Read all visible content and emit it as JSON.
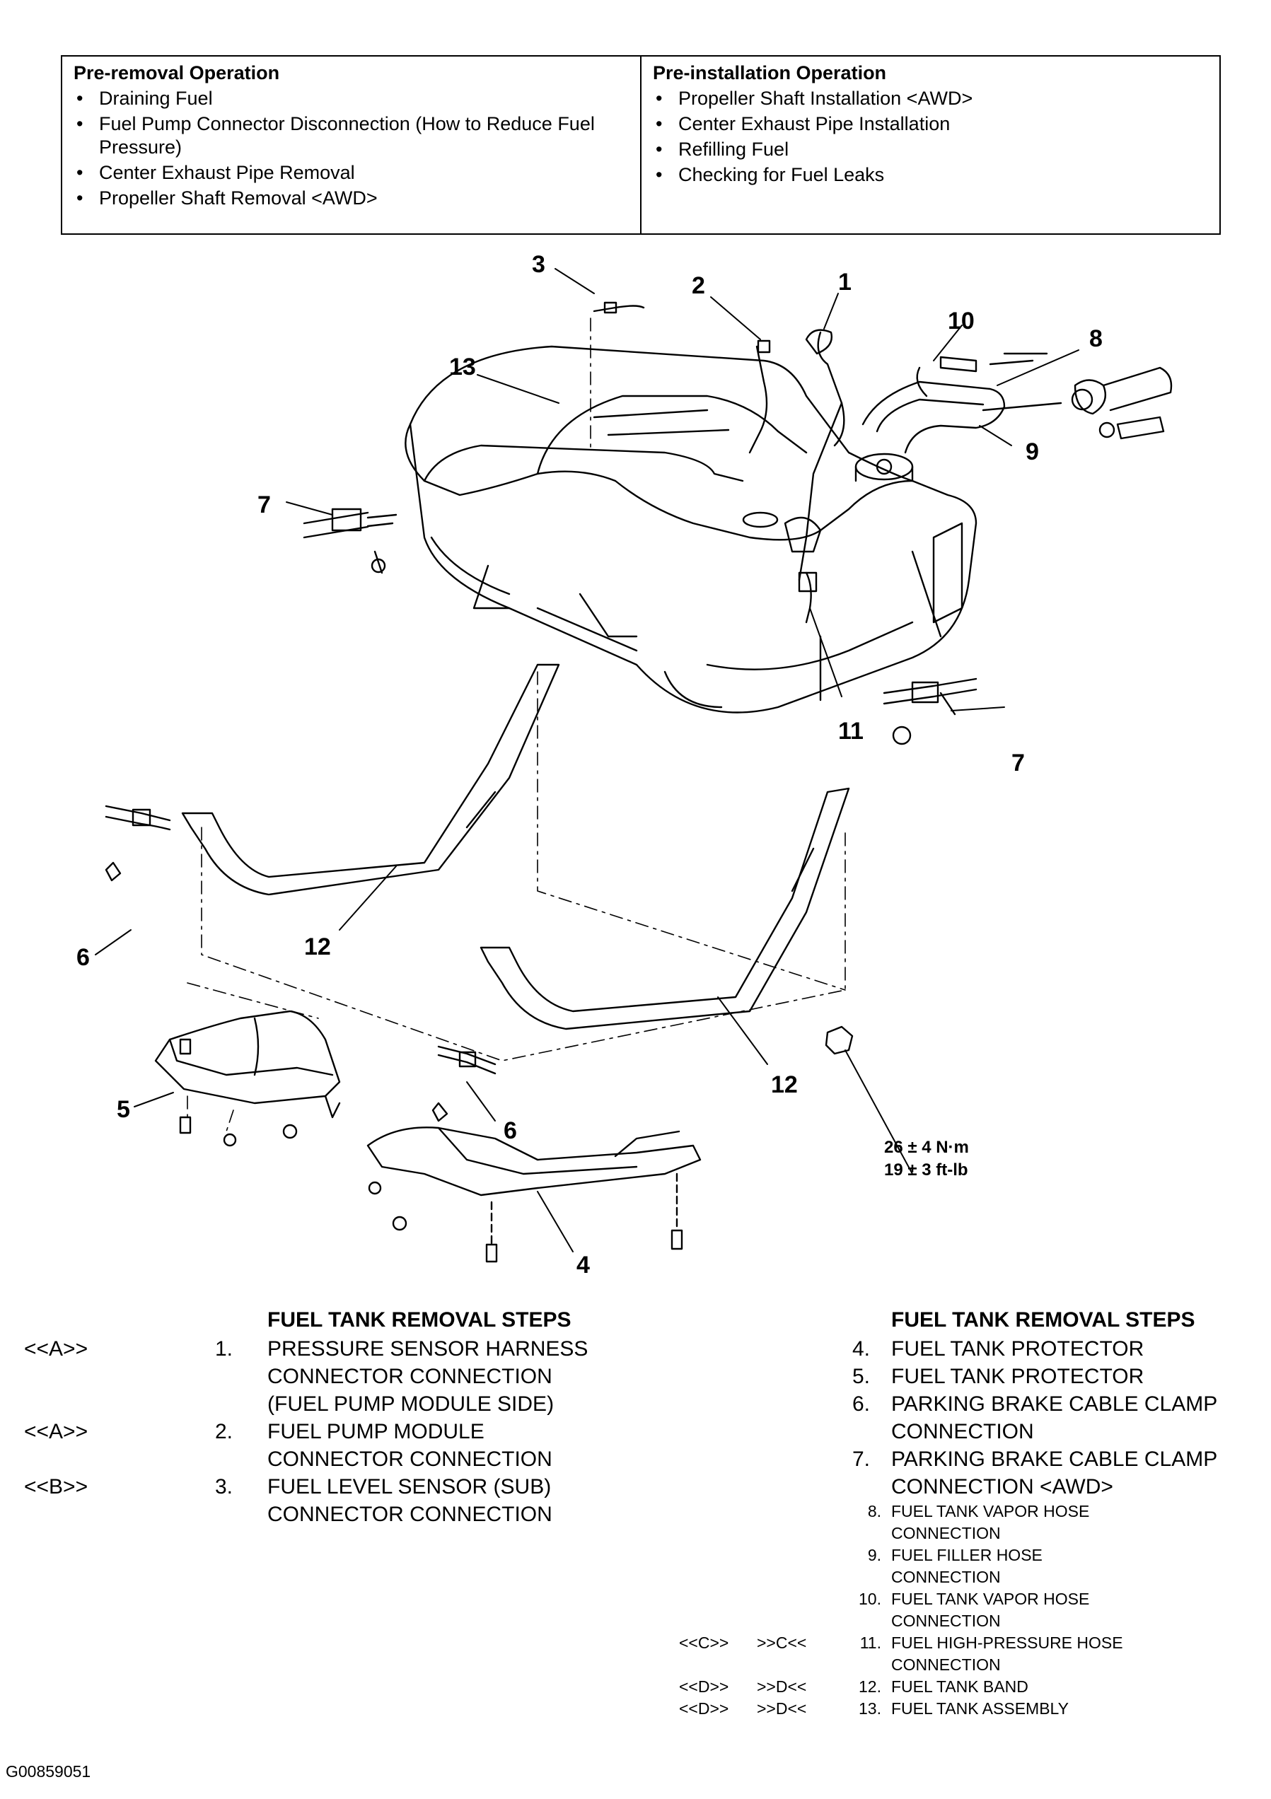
{
  "pre_removal": {
    "heading": "Pre-removal Operation",
    "items": [
      "Draining Fuel",
      "Fuel Pump Connector Disconnection (How to Reduce Fuel Pressure)",
      "Center Exhaust Pipe Removal",
      "Propeller Shaft Removal <AWD>"
    ]
  },
  "pre_installation": {
    "heading": "Pre-installation Operation",
    "items": [
      "Propeller Shaft Installation <AWD>",
      "Center Exhaust Pipe Installation",
      "Refilling Fuel",
      "Checking for Fuel Leaks"
    ]
  },
  "diagram": {
    "callouts": [
      "1",
      "2",
      "3",
      "4",
      "5",
      "6",
      "6",
      "7",
      "7",
      "8",
      "9",
      "10",
      "11",
      "12",
      "12",
      "13"
    ],
    "torque_line1": "26 ± 4 N·m",
    "torque_line2": "19 ± 3 ft-lb"
  },
  "steps_left": {
    "title": "FUEL TANK REMOVAL STEPS",
    "rows": [
      {
        "tag": "<<A>>",
        "num": "1.",
        "text": "PRESSURE SENSOR HARNESS\nCONNECTOR CONNECTION\n(FUEL PUMP MODULE SIDE)"
      },
      {
        "tag": "<<A>>",
        "num": "2.",
        "text": "FUEL PUMP MODULE\nCONNECTOR CONNECTION"
      },
      {
        "tag": "<<B>>",
        "num": "3.",
        "text": "FUEL LEVEL SENSOR (SUB)\nCONNECTOR CONNECTION"
      }
    ]
  },
  "steps_right": {
    "title": "FUEL TANK REMOVAL STEPS",
    "rows": [
      {
        "num": "4.",
        "text": "FUEL TANK PROTECTOR"
      },
      {
        "num": "5.",
        "text": "FUEL TANK PROTECTOR"
      },
      {
        "num": "6.",
        "text": "PARKING BRAKE CABLE CLAMP\nCONNECTION"
      },
      {
        "num": "7.",
        "text": "PARKING BRAKE CABLE CLAMP\nCONNECTION <AWD>"
      }
    ],
    "small_rows": [
      {
        "tagA": "",
        "tagB": "",
        "num": "8.",
        "text": "FUEL TANK VAPOR HOSE\nCONNECTION"
      },
      {
        "tagA": "",
        "tagB": "",
        "num": "9.",
        "text": "FUEL FILLER HOSE\nCONNECTION"
      },
      {
        "tagA": "",
        "tagB": "",
        "num": "10.",
        "text": "FUEL TANK VAPOR HOSE\nCONNECTION"
      },
      {
        "tagA": "<<C>>",
        "tagB": ">>C<<",
        "num": "11.",
        "text": "FUEL HIGH-PRESSURE HOSE\nCONNECTION"
      },
      {
        "tagA": "<<D>>",
        "tagB": ">>D<<",
        "num": "12.",
        "text": "FUEL TANK BAND"
      },
      {
        "tagA": "<<D>>",
        "tagB": ">>D<<",
        "num": "13.",
        "text": "FUEL TANK ASSEMBLY"
      }
    ]
  },
  "figure_id": "G00859051"
}
